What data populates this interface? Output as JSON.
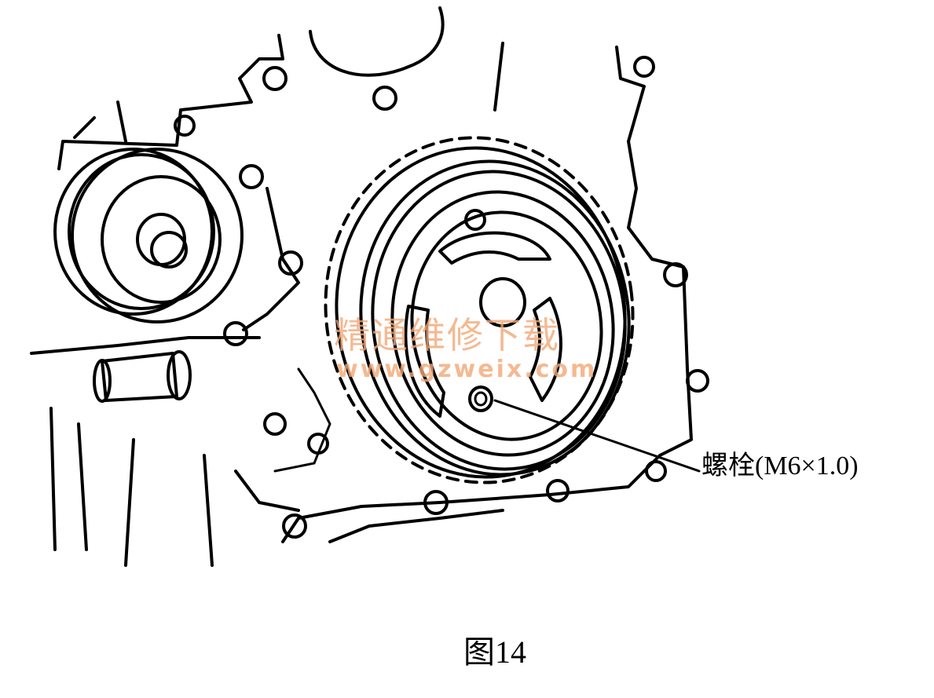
{
  "figure": {
    "caption": "图14",
    "callouts": [
      {
        "label": "螺栓(M6×1.0)"
      }
    ],
    "watermark": {
      "title": "精通维修下载",
      "url": "www.gzweix.com"
    }
  }
}
